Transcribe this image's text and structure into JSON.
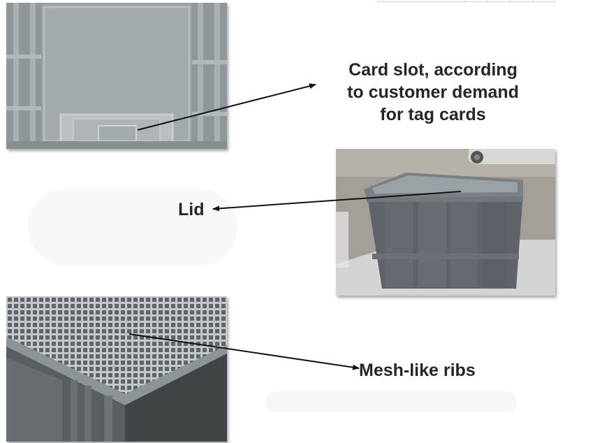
{
  "callouts": {
    "card_slot": "Card slot, according to customer demand for tag cards",
    "card_slot_lines": [
      "Card slot, according",
      "to customer demand",
      "for tag cards"
    ],
    "lid": "Lid",
    "mesh": "Mesh-like ribs"
  },
  "photos": [
    {
      "name": "card-slot-photo",
      "subject": "underside of crate showing card slot"
    },
    {
      "name": "crate-lid-photo",
      "subject": "grey crate with lid"
    },
    {
      "name": "mesh-ribs-photo",
      "subject": "mesh-like ribbed bottom"
    }
  ],
  "colors": {
    "plastic_grey": "#8a9296",
    "dark_grey": "#4f5559",
    "text": "#262626",
    "arrow": "#111111"
  }
}
